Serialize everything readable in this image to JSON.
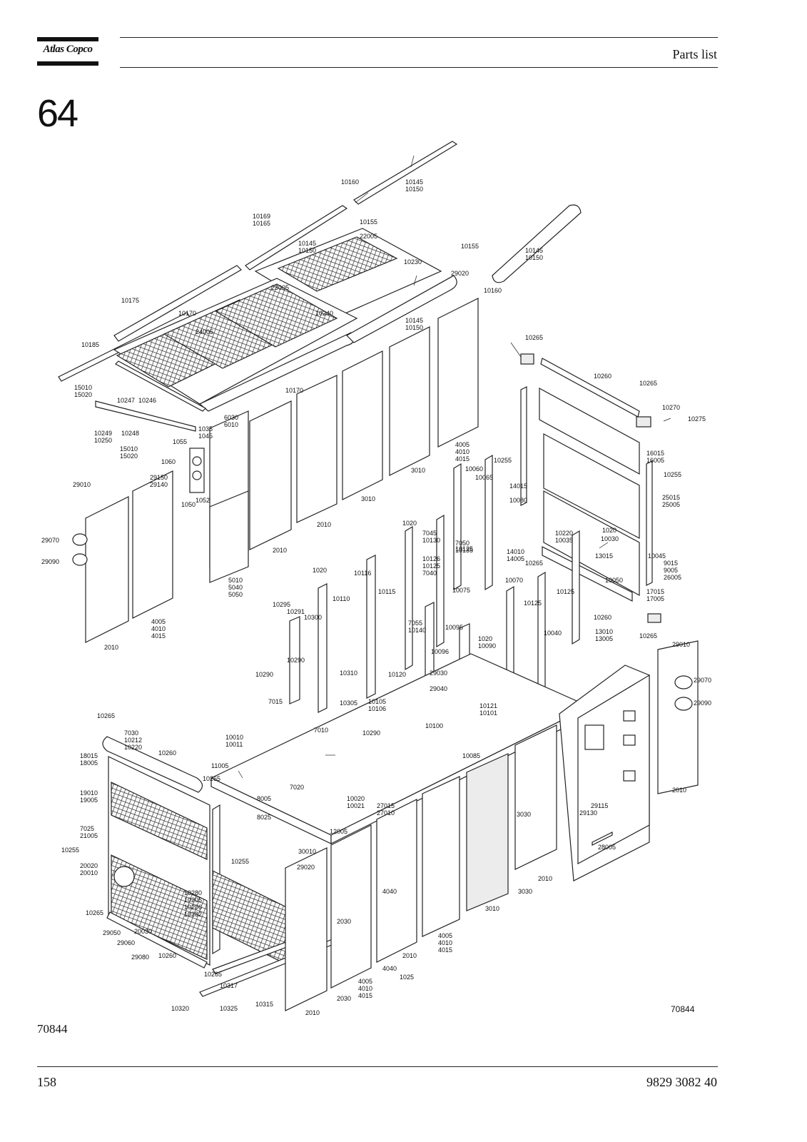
{
  "header": {
    "brand": "Atlas Copco",
    "title": "Parts list"
  },
  "section": {
    "number": "64"
  },
  "drawing": {
    "id_in_drawing": "70844",
    "labels": {
      "l10160a": "10160",
      "l10145a": "10145",
      "l10150a": "10150",
      "l10155a": "10155",
      "l10169": "10169",
      "l10165": "10165",
      "l10145b": "10145",
      "l10150b": "10150",
      "l22005": "22005",
      "l10155b": "10155",
      "l10145c": "10145",
      "l10150c": "10150",
      "l10230": "10230",
      "l29020a": "29020",
      "l10160b": "10160",
      "l23005": "23005",
      "l10175": "10175",
      "l10170a": "10170",
      "l10240": "10240",
      "l10145d": "10145",
      "l10150d": "10150",
      "l24005": "24005",
      "l10185": "10185",
      "l15010a": "15010",
      "l15020a": "15020",
      "l10247": "10247",
      "l10246": "10246",
      "l10170b": "10170",
      "l10265a": "10265",
      "l10260a": "10260",
      "l10265b": "10265",
      "l10270": "10270",
      "l10275": "10275",
      "l6030": "6030",
      "l6010": "6010",
      "l10249": "10249",
      "l10250": "10250",
      "l10248": "10248",
      "l1035": "1035",
      "l1045": "1045",
      "l15010b": "15010",
      "l15020b": "15020",
      "l1055": "1055",
      "l1060": "1060",
      "l29150": "29150",
      "l29140": "29140",
      "l1052": "1052",
      "l1050": "1050",
      "l29010a": "29010",
      "l4005a": "4005",
      "l4010a": "4010",
      "l4015a": "4015",
      "l3010a": "3010",
      "l10255a": "10255",
      "l16015": "16015",
      "l16005": "16005",
      "l10255b": "10255",
      "l10060": "10060",
      "l10065": "10065",
      "l14015": "14015",
      "l10080": "10080",
      "l25015": "25015",
      "l25005": "25005",
      "l3010b": "3010",
      "l2010a": "2010",
      "l7045": "7045",
      "l10130": "10130",
      "l7050": "7050",
      "l10135": "10135",
      "l1020a": "1020",
      "l10125a": "10125",
      "l10220": "10220",
      "l10035": "10035",
      "l1020b": "1020",
      "l10030": "10030",
      "l29070a": "29070",
      "l29090a": "29090",
      "l2010b": "2010",
      "l14010": "14010",
      "l14005": "14005",
      "l13015": "13015",
      "l10265c": "10265",
      "l10045": "10045",
      "l9015": "9015",
      "l9005": "9005",
      "l26005": "26005",
      "l5010": "5010",
      "l5040": "5040",
      "l5050": "5050",
      "l1020c": "1020",
      "l10116": "10116",
      "l10126": "10126",
      "l10125b": "10125",
      "l7040": "7040",
      "l10115": "10115",
      "l10110": "10110",
      "l10075": "10075",
      "l10070": "10070",
      "l10125c": "10125",
      "l10050": "10050",
      "l17015": "17015",
      "l17005": "17005",
      "l10125d": "10125",
      "l10260b": "10260",
      "l10295": "10295",
      "l10291": "10291",
      "l10300": "10300",
      "l7055": "7055",
      "l10140": "10140",
      "l10095": "10095",
      "l10040": "10040",
      "l13010": "13010",
      "l13005": "13005",
      "l10265d": "10265",
      "l4005b": "4005",
      "l4010b": "4010",
      "l4015b": "4015",
      "l2010c": "2010",
      "l1020d": "1020",
      "l10090": "10090",
      "l10096": "10096",
      "l10290a": "10290",
      "l10290b": "10290",
      "l10310": "10310",
      "l10120": "10120",
      "l29030": "29030",
      "l29040": "29040",
      "l29010b": "29010",
      "l29070b": "29070",
      "l29090b": "29090",
      "l7015": "7015",
      "l10305": "10305",
      "l10105": "10105",
      "l10106": "10106",
      "l10265e": "10265",
      "l7030": "7030",
      "l10212": "10212",
      "l10220b": "10220",
      "l10010": "10010",
      "l10011": "10011",
      "l7010": "7010",
      "l10290c": "10290",
      "l10100": "10100",
      "l10121": "10121",
      "l10101": "10101",
      "l10260c": "10260",
      "l18015": "18015",
      "l18005": "18005",
      "l11005": "11005",
      "l10265f": "10265",
      "l10085": "10085",
      "l19010": "19010",
      "l19005": "19005",
      "l7020": "7020",
      "l8005": "8005",
      "l10020": "10020",
      "l10021": "10021",
      "l3030a": "3030",
      "l29130": "29130",
      "l29115": "29115",
      "l2010d": "2010",
      "l27015": "27015",
      "l27010": "27010",
      "l8025": "8025",
      "l12005": "12005",
      "l7025": "7025",
      "l21005": "21005",
      "l28005": "28005",
      "l10255c": "10255",
      "l30010": "30010",
      "l10255d": "10255",
      "l2010e": "2010",
      "l20020": "20020",
      "l20010": "20010",
      "l29020b": "29020",
      "l4040a": "4040",
      "l3030b": "3030",
      "l10280": "10280",
      "l10205": "10205",
      "l10206": "10206",
      "l10282": "10282",
      "l3010c": "3010",
      "l10265g": "10265",
      "l2030a": "2030",
      "l29050": "29050",
      "l20030": "20030",
      "l29060": "29060",
      "l4005c": "4005",
      "l4010c": "4010",
      "l4015c": "4015",
      "l29080": "29080",
      "l10260d": "10260",
      "l2010f": "2010",
      "l4040b": "4040",
      "l1025": "1025",
      "l10265h": "10265",
      "l4005d": "4005",
      "l4010d": "4010",
      "l4015d": "4015",
      "l10317": "10317",
      "l2030b": "2030",
      "l10315": "10315",
      "l10320": "10320",
      "l10325": "10325",
      "l2010g": "2010",
      "l70844": "70844"
    }
  },
  "footer": {
    "figure_ref": "70844",
    "page_number": "158",
    "doc_number": "9829 3082 40"
  }
}
